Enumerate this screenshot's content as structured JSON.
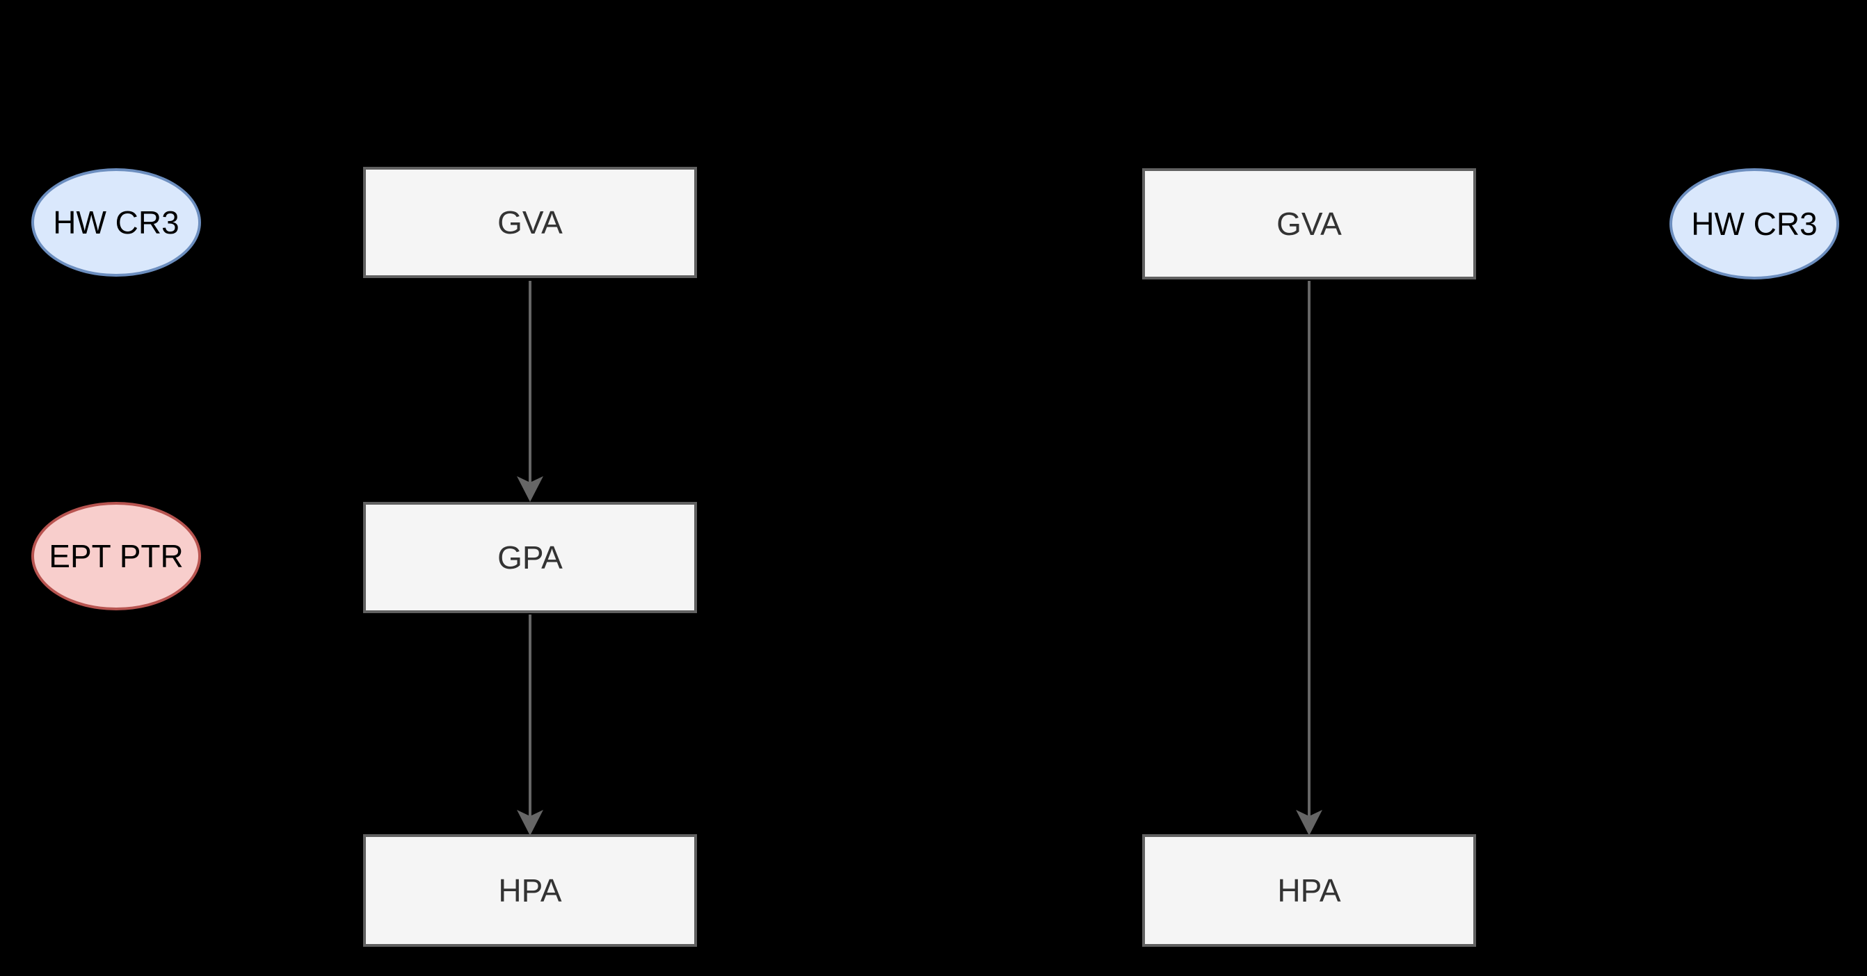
{
  "colors": {
    "background": "#000000",
    "box_fill": "#f5f5f5",
    "box_border": "#616161",
    "box_text": "#333333",
    "blue_ellipse_fill": "#dae8fc",
    "blue_ellipse_border": "#6c8ebf",
    "red_ellipse_fill": "#f8cecc",
    "red_ellipse_border": "#b85450",
    "ellipse_text": "#000000",
    "arrow": "#666666",
    "hidden_arrow": "#000000"
  },
  "left_diagram": {
    "hw_cr3_label": "HW CR3",
    "ept_ptr_label": "EPT PTR",
    "gva_label": "GVA",
    "gpa_label": "GPA",
    "hpa_label": "HPA"
  },
  "right_diagram": {
    "hw_cr3_label": "HW CR3",
    "gva_label": "GVA",
    "hpa_label": "HPA"
  }
}
